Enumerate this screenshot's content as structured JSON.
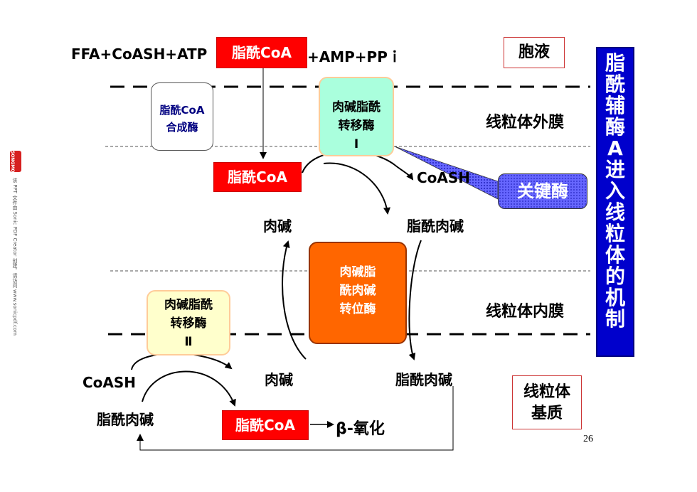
{
  "equation": {
    "left": "FFA+CoASH+ATP",
    "product": "脂酰CoA",
    "right": "+AMP+PPｉ"
  },
  "regions": {
    "cytosol": "胞液",
    "outer_membrane": "线粒体外膜",
    "inner_membrane": "线粒体内膜",
    "matrix_line1": "线粒体",
    "matrix_line2": "基质"
  },
  "enzymes": {
    "synthetase_line1": "脂酰CoA",
    "synthetase_line2": "合成酶",
    "cat1_line1": "肉碱脂酰",
    "cat1_line2": "转移酶",
    "cat1_line3": "Ⅰ",
    "translocase_line1": "肉碱脂",
    "translocase_line2": "酰肉碱",
    "translocase_line3": "转位酶",
    "cat2_line1": "肉碱脂酰",
    "cat2_line2": "转移酶",
    "cat2_line3": "Ⅱ"
  },
  "key_enzyme": "关键酶",
  "molecules": {
    "acyl_coa_ims": "脂酰CoA",
    "coash_top": "CoASH",
    "carnitine_top": "肉碱",
    "acylcarnitine_top": "脂酰肉碱",
    "carnitine_bottom": "肉碱",
    "acylcarnitine_bottom": "脂酰肉碱",
    "coash_bottom": "CoASH",
    "acylcarnitine_left": "脂酰肉碱",
    "acyl_coa_matrix": "脂酰CoA",
    "beta_oxidation": "β-氧化"
  },
  "side_title": "脂酰辅酶A进入线粒体的机制",
  "page_number": "26",
  "watermark": {
    "logo": "SONGMO",
    "text": "该 PPT 文件由 Sonic PDF Creator 创建，请访问 www.sonicpdf.com"
  },
  "colors": {
    "red": "#ff0000",
    "side_blue": "#0000cc",
    "cat1_green": "#aaffdd",
    "translocase_orange": "#ff6600",
    "cat2_cream": "#ffffcc",
    "key_enzyme_fill": "#5555ff"
  }
}
